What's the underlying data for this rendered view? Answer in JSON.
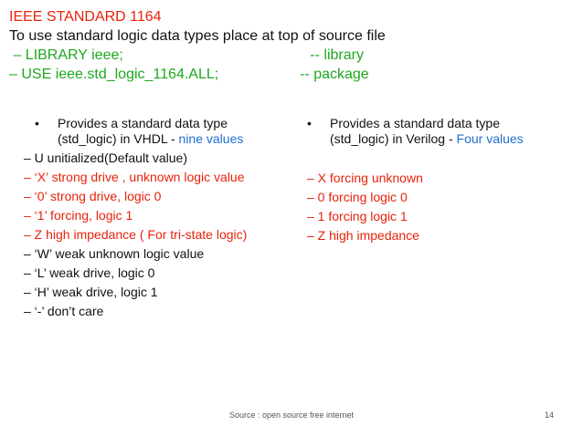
{
  "header": {
    "title": "IEEE STANDARD 1164",
    "subtitle": "To use standard logic data types place at top of source file",
    "library_line": " – LIBRARY ieee;                                              -- library",
    "use_line": "– USE ieee.std_logic_1164.ALL;                    -- package"
  },
  "left": {
    "bullet_prefix": "Provides a standard data type (std_logic) in VHDL - ",
    "bullet_highlight": "nine values",
    "items": [
      {
        "text": " – U unitialized(Default value)",
        "color": "#111111"
      },
      {
        "text": " – ‘X’ strong drive , unknown logic value",
        "color": "#e8220b"
      },
      {
        "text": " – ‘0’ strong drive, logic 0",
        "color": "#e8220b"
      },
      {
        "text": " – ‘1’ forcing, logic 1",
        "color": "#e8220b"
      },
      {
        "text": " – Z high impedance ( For tri-state logic)",
        "color": "#e8220b"
      },
      {
        "text": " – ‘W’ weak unknown logic value",
        "color": "#111111"
      },
      {
        "text": " – ‘L’ weak drive, logic 0",
        "color": "#111111"
      },
      {
        "text": " – ‘H’ weak drive, logic 1",
        "color": "#111111"
      },
      {
        "text": "– ‘-’ don’t care",
        "color": "#111111"
      }
    ]
  },
  "right": {
    "bullet_prefix": "Provides a standard data type (std_logic) in Verilog - ",
    "bullet_highlight": "Four values",
    "items": [
      {
        "text": "– X forcing unknown",
        "color": "#e8220b"
      },
      {
        "text": "– 0 forcing logic 0",
        "color": "#e8220b"
      },
      {
        "text": "– 1 forcing logic 1",
        "color": "#e8220b"
      },
      {
        "text": "– Z high impedance",
        "color": "#e8220b"
      }
    ]
  },
  "footer": {
    "source": "Source : open source free internet",
    "page_number": "14"
  },
  "colors": {
    "red": "#e8220b",
    "green": "#1ea81e",
    "blue": "#1f6fd1",
    "text": "#111111"
  }
}
